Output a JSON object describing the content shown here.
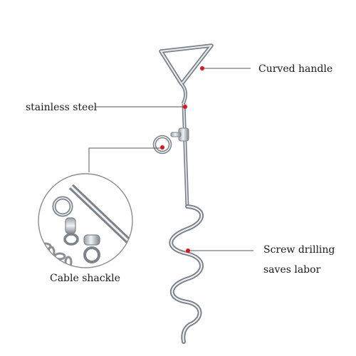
{
  "labels": {
    "curved_handle": "Curved handle",
    "stainless_steel": "stainless steel",
    "cable_shackle": "Cable shackle",
    "screw_line1": "Screw drilling",
    "screw_line2": "saves labor"
  },
  "colors": {
    "background": "#ffffff",
    "leader_line": "#555555",
    "marker_dot": "#e0141e",
    "metal_dark": "#8a8f96",
    "metal_light": "#e6e9ed",
    "inset_circle_border": "#888888"
  },
  "icons": {
    "product": "tie-out-stake-image",
    "detail": "cable-shackle-detail-image"
  }
}
